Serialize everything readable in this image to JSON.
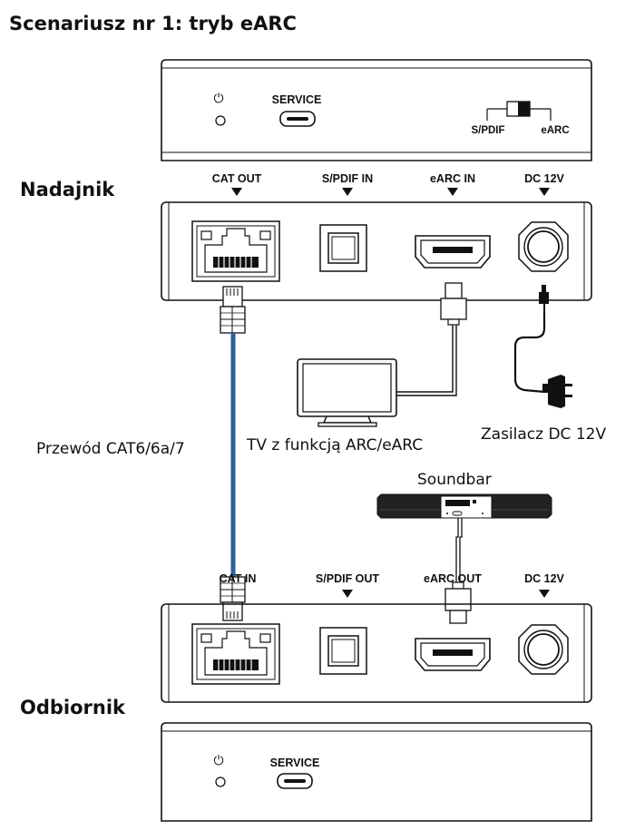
{
  "title": "Scenariusz nr 1:  tryb eARC",
  "transmitter": {
    "label": "Nadajnik",
    "service_label": "SERVICE",
    "power_symbol": "⏻",
    "switch_left": "S/PDIF",
    "switch_right": "eARC",
    "ports": [
      "CAT OUT",
      "S/PDIF IN",
      "eARC IN",
      "DC 12V"
    ]
  },
  "receiver": {
    "label": "Odbiornik",
    "service_label": "SERVICE",
    "power_symbol": "⏻",
    "ports": [
      "CAT IN",
      "S/PDIF OUT",
      "eARC OUT",
      "DC 12V"
    ]
  },
  "devices": {
    "tv": "TV z funkcją ARC/eARC",
    "power_supply": "Zasilacz DC 12V",
    "soundbar": "Soundbar",
    "cable": "Przewód CAT6/6a/7"
  },
  "colors": {
    "cable": "#2d5f9a",
    "line": "#111111"
  }
}
